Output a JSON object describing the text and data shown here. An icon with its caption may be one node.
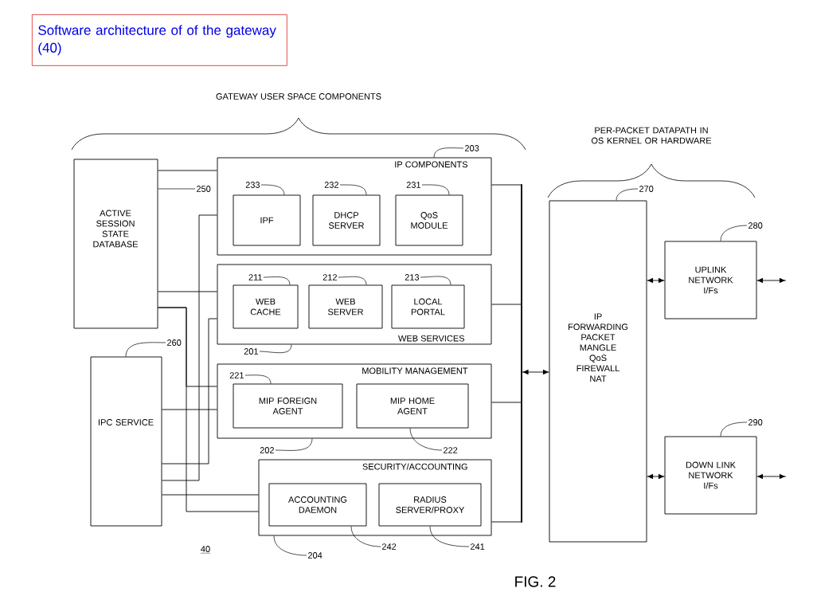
{
  "diagram": {
    "title": "Software architecture of of the gateway (40)",
    "nodes": [
      {
        "text": [
          "ACTIVE SESSION STATE DATABASE"
        ]
      },
      {
        "text": [
          "IP COMPONENTS"
        ]
      },
      {
        "text": [
          "IPF"
        ],
        "in": 1
      },
      {
        "text": [
          "DHCP SERVER"
        ],
        "in": 1
      },
      {
        "text": [
          "QoS MODULE"
        ],
        "in": 1
      },
      {
        "text": [
          "WEB SERVICES"
        ]
      },
      {
        "text": [
          "WEB CACHE"
        ],
        "in": 5
      },
      {
        "text": [
          "WEB SERVER"
        ],
        "in": 5
      },
      {
        "text": [
          "LOCAL PORTAL"
        ],
        "in": 5
      },
      {
        "text": [
          "MOBILITY MANAGEMENT"
        ]
      },
      {
        "text": [
          "MIP FOREIGN AGENT"
        ],
        "in": 9
      },
      {
        "text": [
          "MIP HOME AGENT"
        ],
        "in": 9
      },
      {
        "text": [
          "IPC SERVICE"
        ]
      },
      {
        "text": [
          "SECURITY/ACCOUNTING"
        ]
      },
      {
        "text": [
          "ACCOUNTING DAEMON"
        ],
        "in": 13
      },
      {
        "text": [
          "RADIUS SERVER/PROXY"
        ],
        "in": 13
      },
      {
        "text": [
          "IP FORWARDING",
          "PACKET MANGLE",
          "QoS",
          "FIREWALL",
          "NAT"
        ]
      },
      {
        "text": [
          "UPLINK NETWORK I/Fs"
        ]
      },
      {
        "text": [
          "DOWN LINK NETWORK I/Fs"
        ]
      },
      {
        "text": [
          "250"
        ]
      },
      {
        "text": [
          "203"
        ]
      },
      {
        "text": [
          "233"
        ],
        "in": 1
      },
      {
        "text": [
          "232"
        ],
        "in": 1
      },
      {
        "text": [
          "231"
        ],
        "in": 1
      },
      {
        "text": [
          "201"
        ]
      },
      {
        "text": [
          "211"
        ],
        "in": 5
      },
      {
        "text": [
          "212"
        ],
        "in": 5
      },
      {
        "text": [
          "213"
        ],
        "in": 5
      },
      {
        "text": [
          "202"
        ]
      },
      {
        "text": [
          "221"
        ],
        "in": 9
      },
      {
        "text": [
          "222"
        ]
      },
      {
        "text": [
          "260"
        ]
      },
      {
        "text": [
          "204"
        ]
      },
      {
        "text": [
          "242"
        ]
      },
      {
        "text": [
          "241"
        ]
      },
      {
        "text": [
          "270"
        ]
      },
      {
        "text": [
          "280"
        ]
      },
      {
        "text": [
          "290"
        ]
      },
      {
        "text": [],
        "shape": "bar"
      }
    ],
    "edges": [
      {
        "from": 0,
        "to": 1,
        "arrow": "none"
      },
      {
        "from": 0,
        "to": 5,
        "arrow": "none"
      },
      {
        "from": 0,
        "to": 9,
        "arrow": "none"
      },
      {
        "from": 0,
        "to": 13,
        "arrow": "none"
      },
      {
        "from": 12,
        "to": 1,
        "arrow": "none"
      },
      {
        "from": 12,
        "to": 5,
        "arrow": "none"
      },
      {
        "from": 12,
        "to": 9,
        "arrow": "none"
      },
      {
        "from": 12,
        "to": 13,
        "arrow": "none"
      },
      {
        "from": 1,
        "to": 38,
        "arrow": "none"
      },
      {
        "from": 5,
        "to": 38,
        "arrow": "none"
      },
      {
        "from": 9,
        "to": 38,
        "arrow": "none"
      },
      {
        "from": 13,
        "to": 38,
        "arrow": "none"
      },
      {
        "from": 16,
        "to": 17,
        "arrow": "both"
      },
      {
        "from": 17,
        "to": null,
        "arrow": "both"
      },
      {
        "from": 16,
        "to": 18,
        "arrow": "both"
      },
      {
        "from": 18,
        "to": null,
        "arrow": "both"
      },
      {
        "from": 19,
        "to": 0,
        "arrow": "none"
      },
      {
        "from": 20,
        "to": 1,
        "arrow": "none"
      },
      {
        "from": 21,
        "to": 2,
        "arrow": "none"
      },
      {
        "from": 22,
        "to": 3,
        "arrow": "none"
      },
      {
        "from": 23,
        "to": 4,
        "arrow": "none"
      },
      {
        "from": 24,
        "to": 5,
        "arrow": "none"
      },
      {
        "from": 25,
        "to": 6,
        "arrow": "none"
      },
      {
        "from": 26,
        "to": 7,
        "arrow": "none"
      },
      {
        "from": 27,
        "to": 8,
        "arrow": "none"
      },
      {
        "from": 28,
        "to": 9,
        "arrow": "none"
      },
      {
        "from": 29,
        "to": 10,
        "arrow": "none"
      },
      {
        "from": 30,
        "to": 11,
        "arrow": "none"
      },
      {
        "from": 31,
        "to": 12,
        "arrow": "none"
      },
      {
        "from": 32,
        "to": 13,
        "arrow": "none"
      },
      {
        "from": 33,
        "to": 14,
        "arrow": "none"
      },
      {
        "from": 34,
        "to": 15,
        "arrow": "none"
      },
      {
        "from": 35,
        "to": 16,
        "arrow": "none"
      },
      {
        "from": 36,
        "to": 17,
        "arrow": "none"
      },
      {
        "from": 37,
        "to": 18,
        "arrow": "none"
      },
      {
        "from": 38,
        "to": 16,
        "arrow": "both"
      }
    ],
    "labels": [
      "GATEWAY USER SPACE COMPONENTS",
      "PER-PACKET DATAPATH IN OS KERNEL OR HARDWARE",
      "40",
      "FIG. 2"
    ]
  }
}
